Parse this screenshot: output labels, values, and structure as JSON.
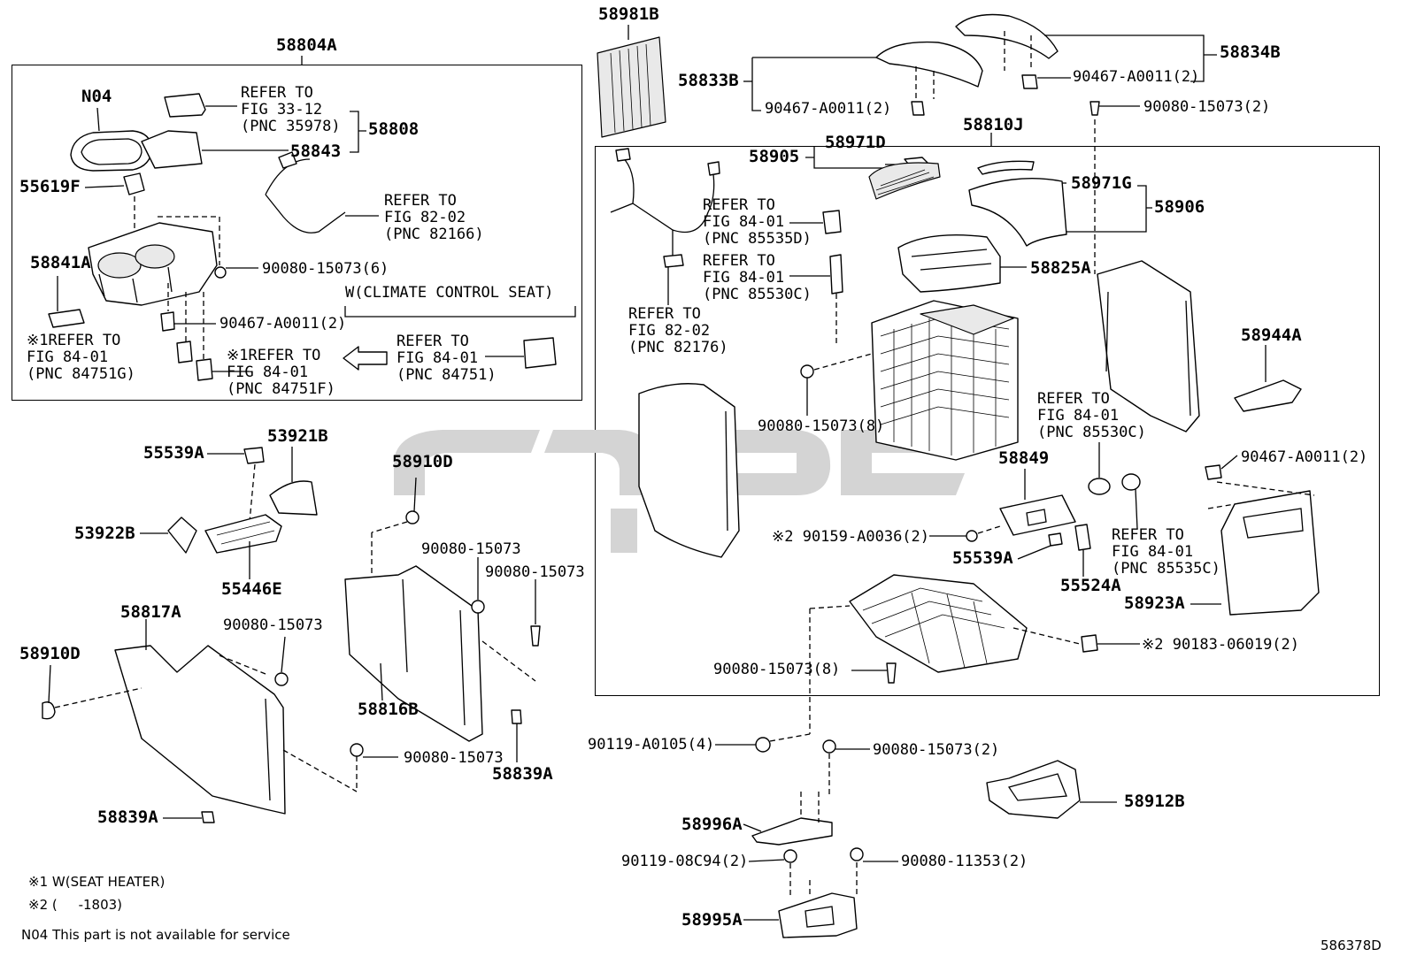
{
  "diagram_id": "586378D",
  "footnotes": {
    "n1": "※1 W(SEAT HEATER)",
    "n2": "※2 (     -1803)",
    "n04": "N04 This part is not available for service"
  },
  "labels": {
    "58804A": "58804A",
    "N04": "N04",
    "refer3312": "REFER TO\nFIG 33-12\n(PNC 35978)",
    "58808": "58808",
    "58843": "58843",
    "55619F": "55619F",
    "refer8202a": "REFER TO\nFIG 82-02\n(PNC 82166)",
    "58841A": "58841A",
    "p90080_6": "90080-15073(6)",
    "p90467_2a": "90467-A0011(2)",
    "climate": "W(CLIMATE CONTROL SEAT)",
    "refer84751g": "※1REFER TO\nFIG 84-01\n(PNC 84751G)",
    "refer84751f": "※1REFER TO\nFIG 84-01\n(PNC 84751F)",
    "refer84751": "REFER TO\nFIG 84-01\n(PNC 84751)",
    "58981B": "58981B",
    "58833B": "58833B",
    "p90467_2b": "90467-A0011(2)",
    "58834B": "58834B",
    "p90467_2c": "90467-A0011(2)",
    "p90080_2a": "90080-15073(2)",
    "58810J": "58810J",
    "58905": "58905",
    "58971D": "58971D",
    "58971G": "58971G",
    "58906": "58906",
    "refer85535d": "REFER TO\nFIG 84-01\n(PNC 85535D)",
    "refer85530c_a": "REFER TO\nFIG 84-01\n(PNC 85530C)",
    "58825A": "58825A",
    "refer82176": "REFER TO\nFIG 82-02\n(PNC 82176)",
    "58944A": "58944A",
    "p90080_8a": "90080-15073(8)",
    "refer85530c_b": "REFER TO\nFIG 84-01\n(PNC 85530C)",
    "58849": "58849",
    "p90467_2d": "90467-A0011(2)",
    "p90159": "※2 90159-A0036(2)",
    "55539A_b": "55539A",
    "refer85535c": "REFER TO\nFIG 84-01\n(PNC 85535C)",
    "55524A": "55524A",
    "58923A": "58923A",
    "p90183": "※2 90183-06019(2)",
    "p90080_8b": "90080-15073(8)",
    "p90119_a0105": "90119-A0105(4)",
    "p90080_2b": "90080-15073(2)",
    "58912B": "58912B",
    "58996A": "58996A",
    "p90119_08c94": "90119-08C94(2)",
    "p90080_11353": "90080-11353(2)",
    "58995A": "58995A",
    "55539A_a": "55539A",
    "53921B": "53921B",
    "53922B": "53922B",
    "55446E": "55446E",
    "58910D_a": "58910D",
    "p90080_a": "90080-15073",
    "p90080_b": "90080-15073",
    "58817A": "58817A",
    "p90080_c": "90080-15073",
    "58910D_b": "58910D",
    "58816B": "58816B",
    "p90080_d": "90080-15073",
    "58839A_a": "58839A",
    "58839A_b": "58839A"
  }
}
